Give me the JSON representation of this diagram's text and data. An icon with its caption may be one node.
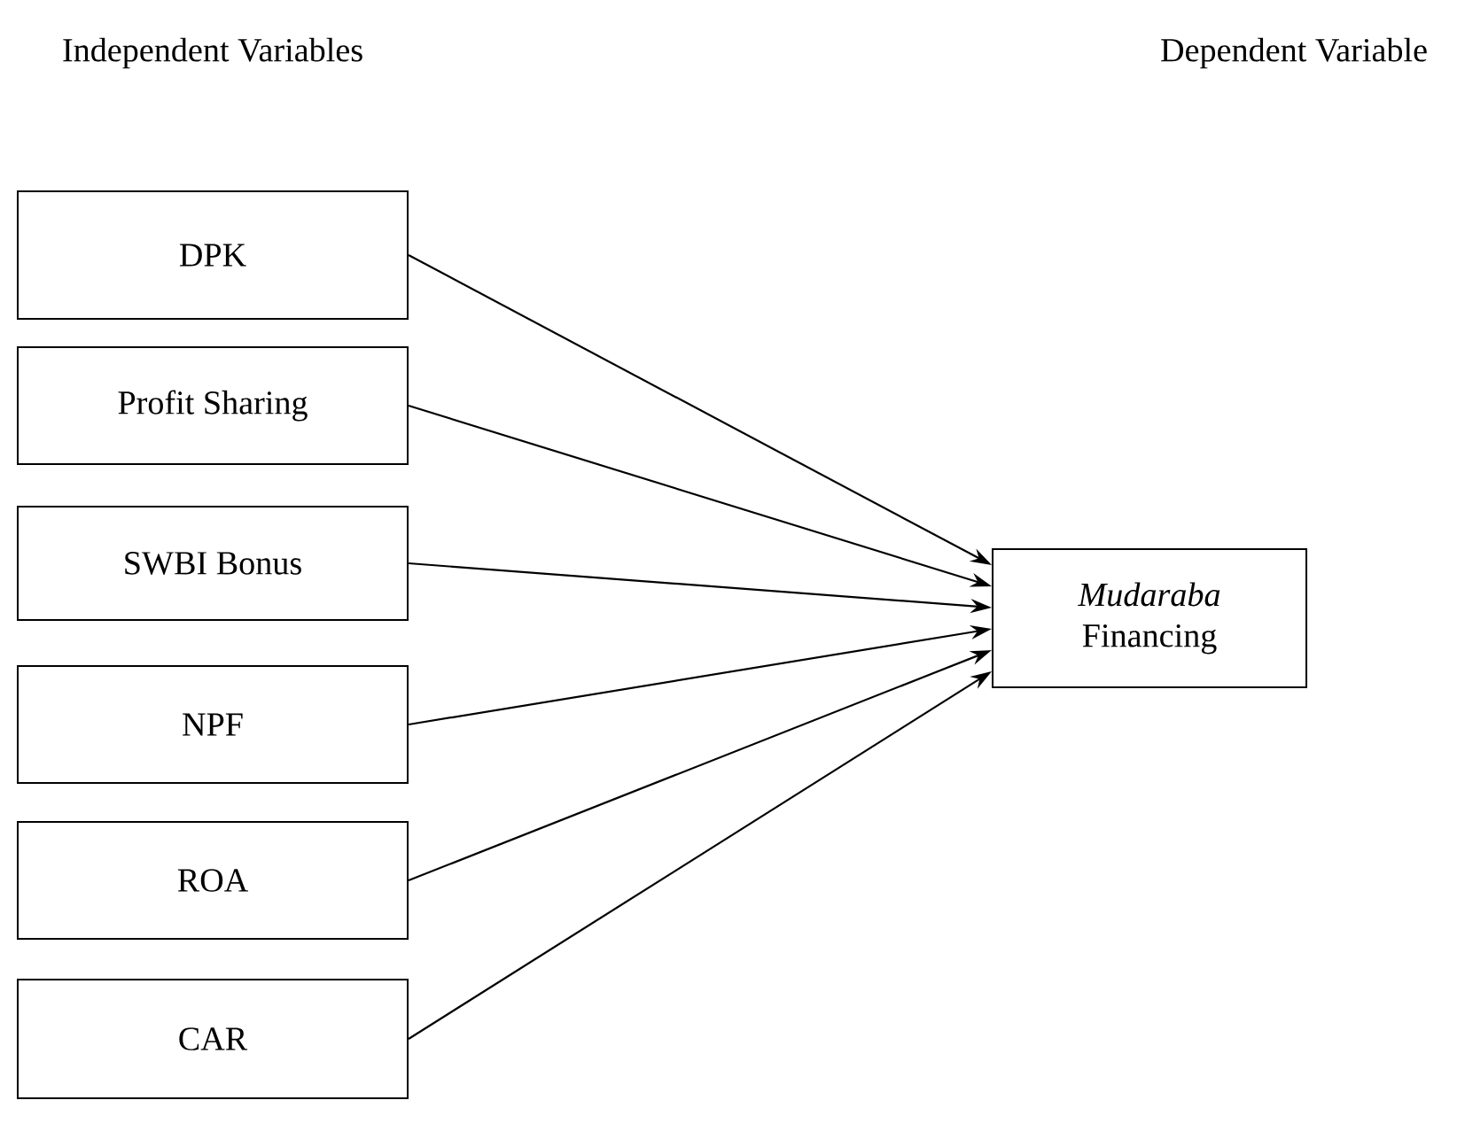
{
  "diagram": {
    "nodes": [
      {
        "text": [
          "DPK"
        ]
      },
      {
        "text": [
          "Profit Sharing"
        ]
      },
      {
        "text": [
          "SWBI Bonus"
        ]
      },
      {
        "text": [
          "NPF"
        ]
      },
      {
        "text": [
          "ROA"
        ]
      },
      {
        "text": [
          "CAR"
        ]
      },
      {
        "text": [
          "*Mudaraba* Financing"
        ]
      }
    ],
    "edges": [
      {
        "from": 0,
        "to": 6,
        "arrow": "to"
      },
      {
        "from": 1,
        "to": 6,
        "arrow": "to"
      },
      {
        "from": 2,
        "to": 6,
        "arrow": "to"
      },
      {
        "from": 3,
        "to": 6,
        "arrow": "to"
      },
      {
        "from": 4,
        "to": 6,
        "arrow": "to"
      },
      {
        "from": 5,
        "to": 6,
        "arrow": "to"
      }
    ],
    "labels": [
      "Independent Variables",
      "Dependent Variable"
    ]
  }
}
